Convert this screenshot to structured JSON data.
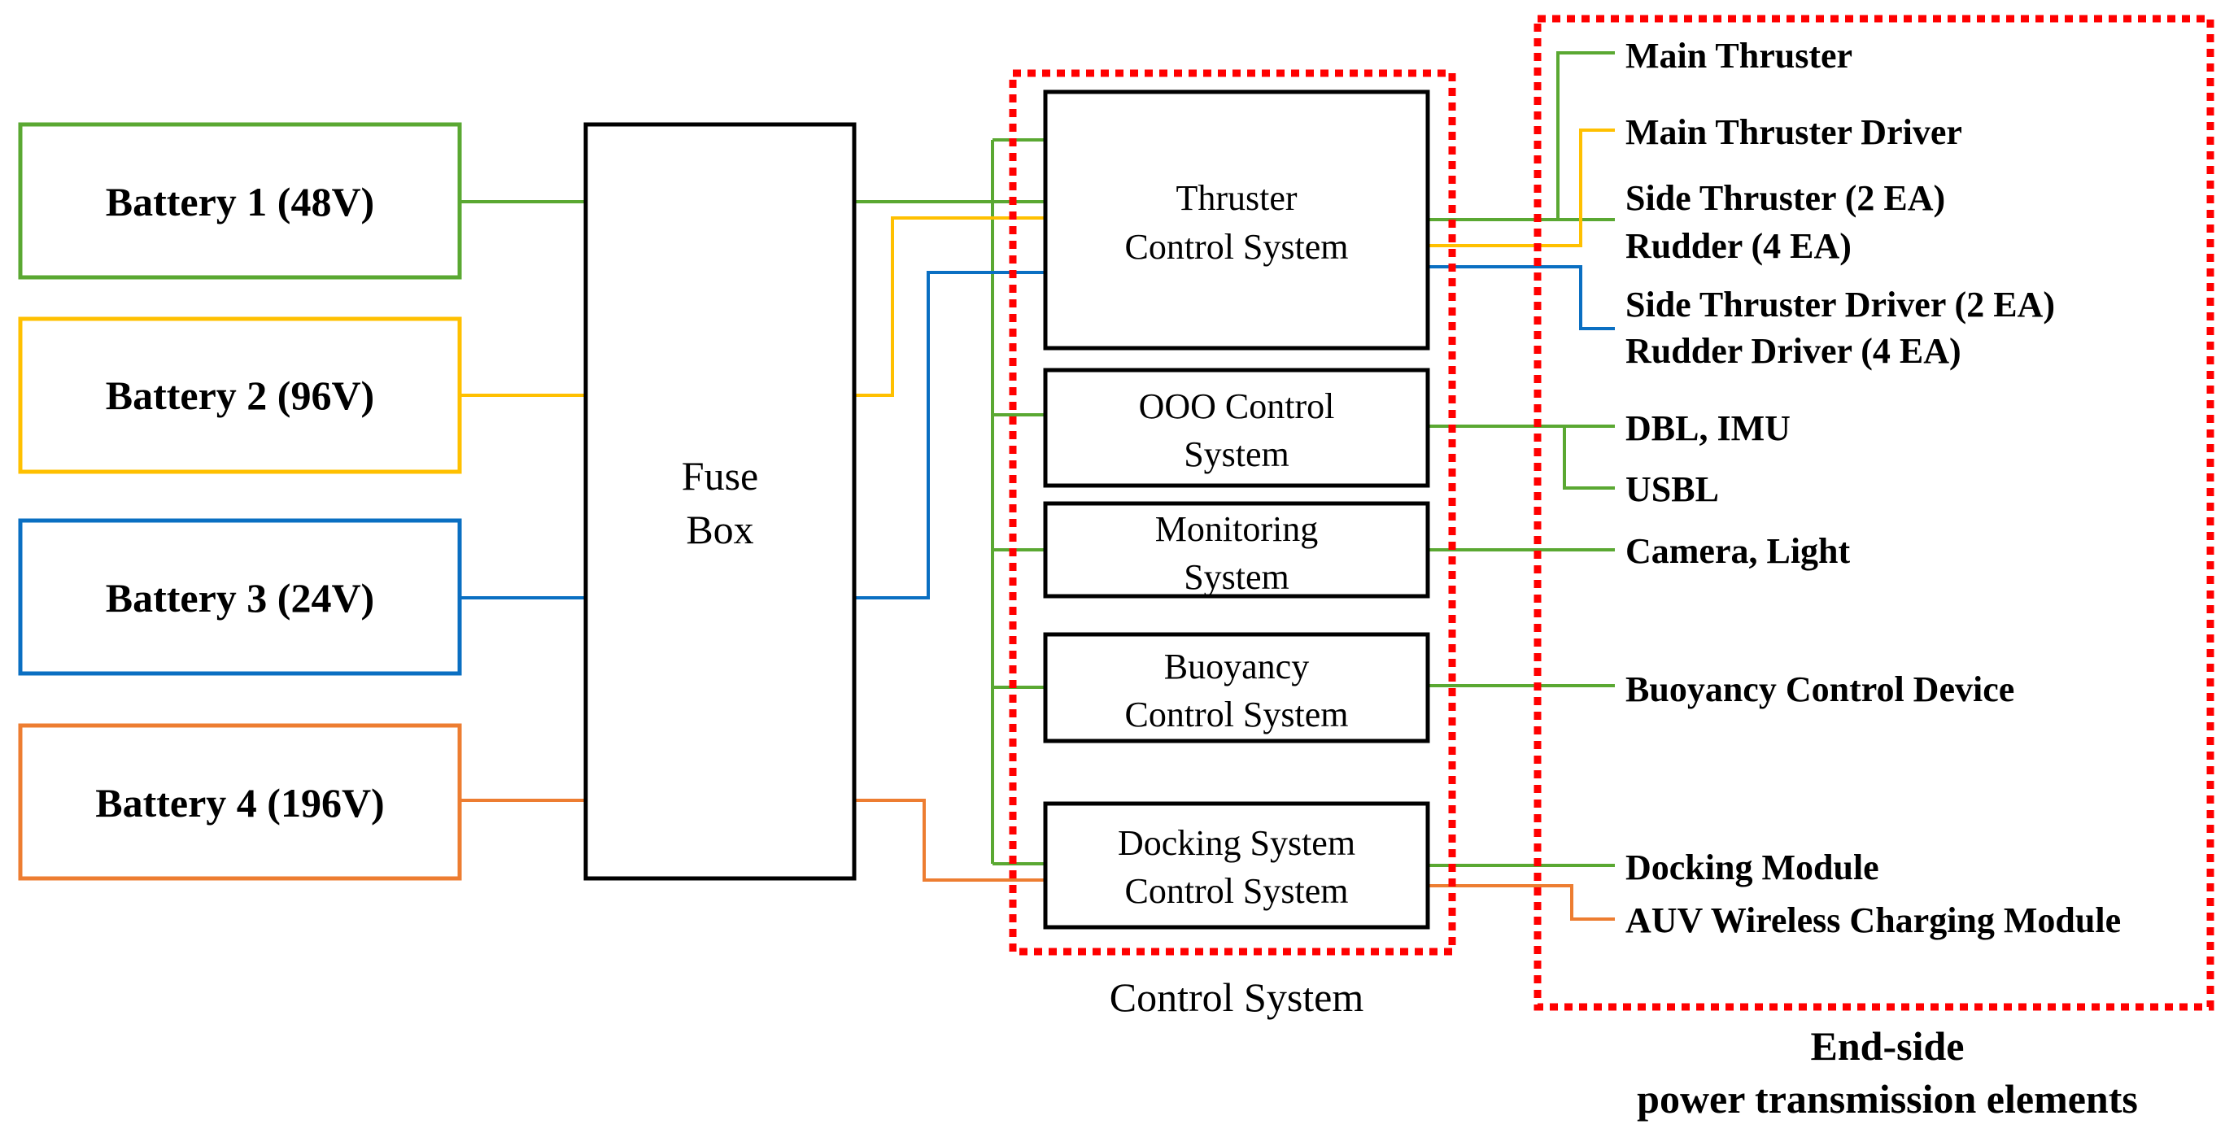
{
  "colors": {
    "battery1": "#5aa832",
    "battery2": "#ffc000",
    "battery3": "#0a6fc2",
    "battery4": "#ed7d31",
    "dashed_outline": "#ff0000",
    "box_outline": "#000000"
  },
  "batteries": [
    {
      "label": "Battery 1 (48V)"
    },
    {
      "label": "Battery 2 (96V)"
    },
    {
      "label": "Battery 3 (24V)"
    },
    {
      "label": "Battery 4 (196V)"
    }
  ],
  "fuse_box": {
    "line1": "Fuse",
    "line2": "Box"
  },
  "control_system": {
    "caption": "Control System",
    "subsystems": [
      {
        "line1": "Thruster",
        "line2": "Control System"
      },
      {
        "line1": "OOO Control",
        "line2": "System"
      },
      {
        "line1": "Monitoring",
        "line2": "System"
      },
      {
        "line1": "Buoyancy",
        "line2": "Control System"
      },
      {
        "line1": "Docking System",
        "line2": "Control System"
      }
    ]
  },
  "end_side": {
    "caption_line1": "End-side",
    "caption_line2": "power transmission elements",
    "elements": [
      "Main Thruster",
      "Main Thruster Driver",
      "Side Thruster (2 EA)",
      "Rudder (4 EA)",
      "Side Thruster Driver (2 EA)",
      "Rudder Driver (4 EA)",
      "DBL, IMU",
      "USBL",
      "Camera, Light",
      "Buoyancy Control Device",
      "Docking Module",
      "AUV Wireless Charging Module"
    ]
  }
}
